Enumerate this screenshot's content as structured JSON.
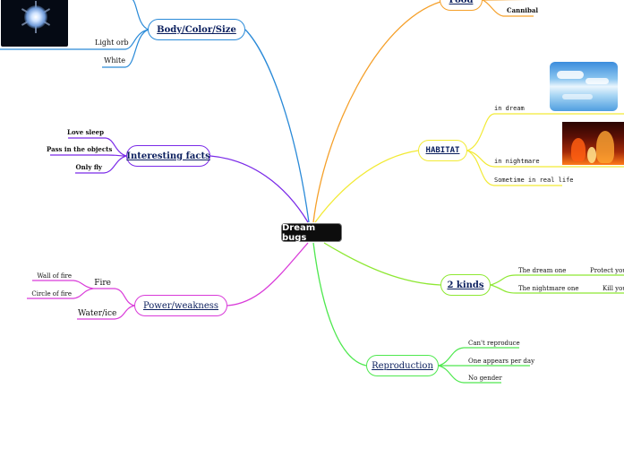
{
  "root": {
    "label": "Dream bugs"
  },
  "branches": {
    "food": {
      "label": "Food",
      "color": "#f5a02a",
      "children": [
        {
          "label": "Cannibal"
        }
      ]
    },
    "body": {
      "label": "Body/Color/Size",
      "color": "#2a8ad8",
      "children": [
        {
          "label": "Light orb"
        },
        {
          "label": "White"
        }
      ],
      "image_icon": "glowing-orb-image"
    },
    "habitat": {
      "label": "HABITAT",
      "color": "#f2ea35",
      "children": [
        {
          "label": "in dream"
        },
        {
          "label": "in nightmare"
        },
        {
          "label": "Sometime in real life"
        }
      ],
      "image_icons": [
        "sky-reflection-image",
        "fire-nightmare-image"
      ]
    },
    "facts": {
      "label": "Interesting facts",
      "color": "#7a2ae8",
      "children": [
        {
          "label": "Love sleep"
        },
        {
          "label": "Pass in the objects"
        },
        {
          "label": "Only fly"
        }
      ]
    },
    "kinds": {
      "label": "2 kinds",
      "color": "#8ee833",
      "children": [
        {
          "label": "The dream one",
          "detail": "Protect you f"
        },
        {
          "label": "The nightmare one",
          "detail": "Kill you,"
        }
      ]
    },
    "power": {
      "label": "Power/weakness",
      "color": "#d93ad9",
      "children": [
        {
          "label": "Fire",
          "children": [
            {
              "label": "Wall of fire"
            },
            {
              "label": "Circle of fire"
            }
          ]
        },
        {
          "label": "Water/ice"
        }
      ]
    },
    "repro": {
      "label": "Reproduction",
      "color": "#4fe84f",
      "children": [
        {
          "label": "Can't reproduce"
        },
        {
          "label": "One appears per day"
        },
        {
          "label": "No gender"
        }
      ]
    }
  }
}
